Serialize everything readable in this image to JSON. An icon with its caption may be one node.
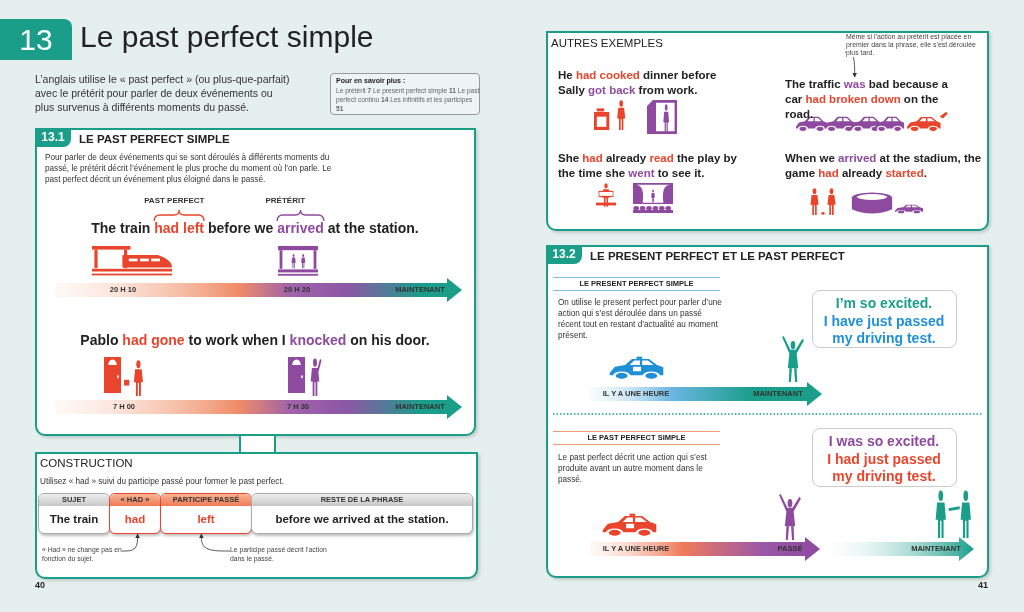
{
  "diagram": {
    "title": "Le past perfect simple",
    "nodes": [
      {
        "text": [
          "Pour en savoir plus :",
          "Le prétérit **7** Le present perfect simple **11** Le past perfect continu **14** Les infinitifs et les participes **51**"
        ]
      },
      {
        "text": [
          "13.1",
          "LE PAST PERFECT SIMPLE",
          "Pour parler de deux événements qui se sont déroulés à différents moments du passé, le prétérit décrit l’événement le plus proche du moment où l’on parle. Le past perfect décrit un événement plus éloigné dans le passé."
        ]
      },
      {
        "text": [
          "CONSTRUCTION",
          "Utilisez « had » suivi du participe passé pour former le past perfect."
        ]
      },
      {
        "text": [
          "SUJET",
          "The train"
        ],
        "in": 2
      },
      {
        "text": [
          "« HAD »",
          "had"
        ],
        "in": 2
      },
      {
        "text": [
          "PARTICIPE PASSÉ",
          "left"
        ],
        "in": 2
      },
      {
        "text": [
          "RESTE DE LA PHRASE",
          "before we arrived at the station."
        ],
        "in": 2
      },
      {
        "text": [
          "« Had » ne change pas en fonction du sujet."
        ],
        "in": 2
      },
      {
        "text": [
          "Le participe passé décrit l’action dans le passé."
        ],
        "in": 2
      },
      {
        "text": [
          "AUTRES EXEMPLES"
        ]
      },
      {
        "text": [
          "Même si l’action au prétérit est placée en premier dans la phrase, elle s’est déroulée plus tard."
        ],
        "in": 9
      },
      {
        "text": [
          "13.2",
          "LE PRESENT PERFECT ET LE PAST PERFECT"
        ]
      },
      {
        "text": [
          "I’m so excited.",
          "I have just passed my driving test."
        ],
        "in": 11
      },
      {
        "text": [
          "I was so excited.",
          "I had just passed my driving test."
        ],
        "in": 11
      },
      {
        "text": [
          "The traffic *was* bad because a car **had broken down** on the road."
        ],
        "in": 9
      }
    ],
    "edges": [
      {
        "from": 7,
        "to": 4,
        "arrow": "to"
      },
      {
        "from": 8,
        "to": 5,
        "arrow": "to"
      },
      {
        "from": 10,
        "to": 14,
        "arrow": "to"
      }
    ],
    "labels": [
      "13",
      "L’anglais utilise le « past perfect » (ou plus-que-parfait) avec le prétérit pour parler de deux événements ou plus survenus à différents moments du passé.",
      "PAST PERFECT",
      "PRÉTÉRIT",
      "The train **had left** before we *arrived* at the station.",
      "20 H 10",
      "20 H 20",
      "MAINTENANT",
      "Pablo **had gone** to work when I *knocked* on his door.",
      "7 H 00",
      "7 H 30",
      "MAINTENANT",
      "He **had cooked** dinner before Sally *got back* from work.",
      "She **had** already **read** the play by the time she *went* to see it.",
      "When we *arrived* at the stadium, the game **had** already **started**.",
      "LE PRESENT PERFECT SIMPLE",
      "On utilise le present perfect pour parler d’une action qui s’est déroulée dans un passé récent tout en restant d’actualité au moment présent.",
      "IL Y A UNE HEURE",
      "MAINTENANT",
      "LE PAST PERFECT SIMPLE",
      "Le past perfect décrit une action qui s’est produite avant un autre moment dans le passé.",
      "IL Y A UNE HEURE",
      "PASSÉ",
      "MAINTENANT",
      "40",
      "41"
    ]
  }
}
